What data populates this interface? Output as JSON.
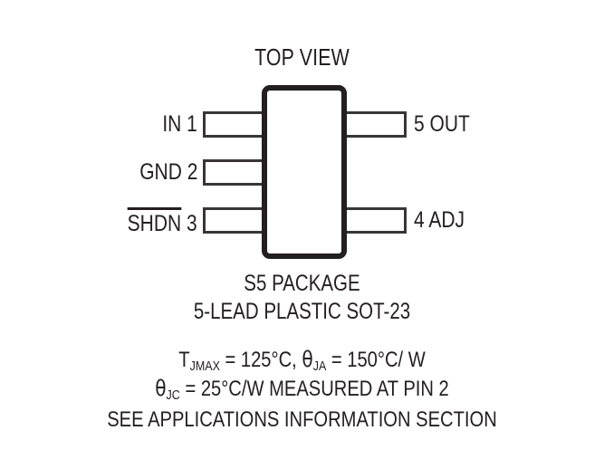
{
  "diagram": {
    "title": "TOP VIEW",
    "package": {
      "name": "S5 PACKAGE",
      "description": "5-LEAD PLASTIC SOT-23"
    },
    "pins": {
      "left": [
        {
          "number": "1",
          "name": "IN",
          "label": "IN 1",
          "overline": false
        },
        {
          "number": "2",
          "name": "GND",
          "label": "GND 2",
          "overline": false
        },
        {
          "number": "3",
          "name": "SHDN",
          "label": "SHDN 3",
          "overline": true
        }
      ],
      "right": [
        {
          "number": "5",
          "name": "OUT",
          "label": "5 OUT",
          "overline": false
        },
        {
          "number": "4",
          "name": "ADJ",
          "label": "4 ADJ",
          "overline": false
        }
      ]
    },
    "pin_mnemonics": {
      "shdn": "SHDN",
      "shdn_number": "3"
    },
    "thermal": {
      "tjmax_symbol": "T",
      "tjmax_subscript": "JMAX",
      "tjmax_value": " = 125°C, ",
      "theta_ja_symbol": "θ",
      "theta_ja_subscript": "JA",
      "theta_ja_value": " = 150°C/ W",
      "theta_jc_symbol": "θ",
      "theta_jc_subscript": "JC",
      "theta_jc_value": " = 25°C/W MEASURED AT PIN 2",
      "note": "SEE APPLICATIONS INFORMATION SECTION"
    },
    "colors": {
      "ink": "#231f20",
      "lead_outline": "#3a3537",
      "background": "#ffffff"
    }
  }
}
